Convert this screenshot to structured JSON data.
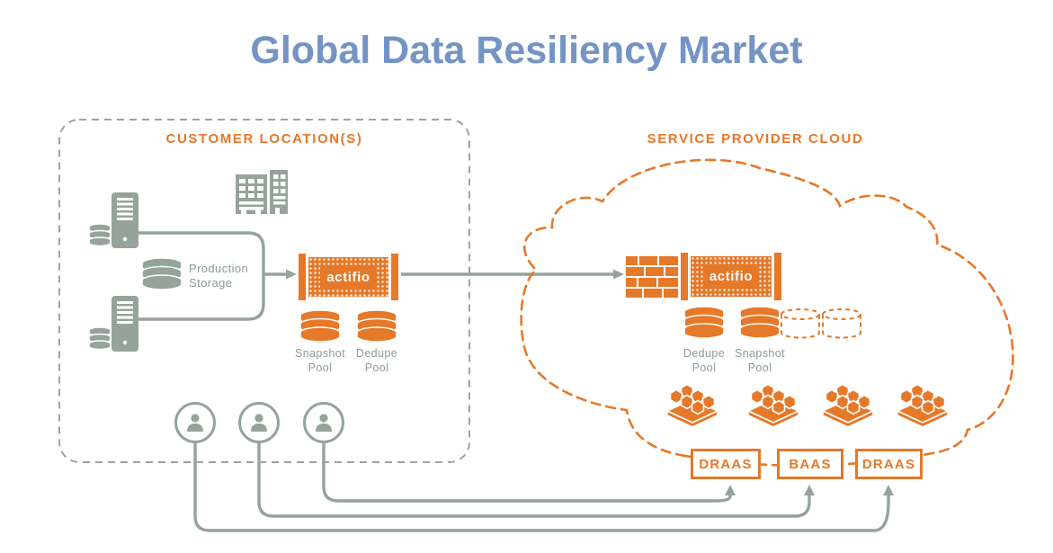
{
  "title": "Global Data Resiliency Market",
  "colors": {
    "orange": "#E67829",
    "sage": "#95A49B",
    "sage-text": "#8C9C92",
    "blue": "#7394C4",
    "dash-gray": "#9AA5A0"
  },
  "customer": {
    "heading": "CUSTOMER LOCATION(S)",
    "production_storage": {
      "line1": "Production",
      "line2": "Storage"
    },
    "appliance_label": "actifio",
    "pools": [
      {
        "line1": "Snapshot",
        "line2": "Pool"
      },
      {
        "line1": "Dedupe",
        "line2": "Pool"
      }
    ]
  },
  "provider": {
    "heading": "SERVICE PROVIDER CLOUD",
    "appliance_label": "actifio",
    "pools": [
      {
        "line1": "Dedupe",
        "line2": "Pool"
      },
      {
        "line1": "Snapshot",
        "line2": "Pool"
      }
    ],
    "services": [
      "DRAAS",
      "BAAS",
      "DRAAS"
    ]
  }
}
